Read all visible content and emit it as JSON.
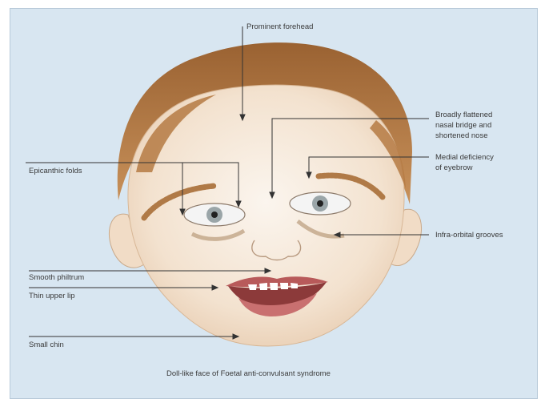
{
  "diagram": {
    "caption": "Doll-like face of Foetal anti-convulsant syndrome",
    "labels": {
      "forehead": "Prominent forehead",
      "nasal_bridge_1": "Broadly flattened",
      "nasal_bridge_2": "nasal bridge and",
      "nasal_bridge_3": "shortened nose",
      "eyebrow_1": "Medial deficiency",
      "eyebrow_2": "of eyebrow",
      "epicanthic": "Epicanthic folds",
      "infraorbital": "Infra-orbital grooves",
      "philtrum": "Smooth philtrum",
      "lip": "Thin upper lip",
      "chin": "Small chin"
    },
    "colors": {
      "background": "#d8e6f1",
      "hair": "#b57a43",
      "skin": "#f6e9da",
      "lips": "#b85a5a",
      "line": "#333333"
    }
  }
}
